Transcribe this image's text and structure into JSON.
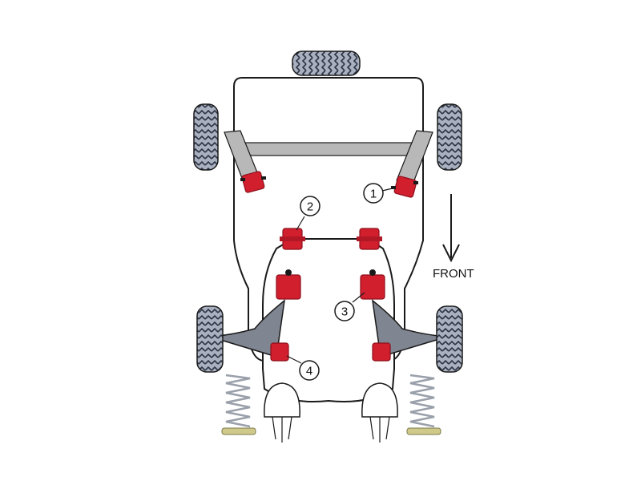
{
  "diagram": {
    "direction_label": "FRONT",
    "callouts": [
      {
        "id": "1",
        "text": "1"
      },
      {
        "id": "2",
        "text": "2"
      },
      {
        "id": "3",
        "text": "3"
      },
      {
        "id": "4",
        "text": "4"
      }
    ],
    "colors": {
      "bush_red": "#d11f2e",
      "bush_dark": "#8e0f1a",
      "tyre_grey": "#a9b1c0",
      "tyre_dark": "#2c3444",
      "arm_grey": "#b8b8b8",
      "lower_arm": "#7f8591",
      "spring_grey": "#9aa0aa",
      "spring_base": "#cfc98a",
      "outline": "#1a1a1a"
    }
  }
}
